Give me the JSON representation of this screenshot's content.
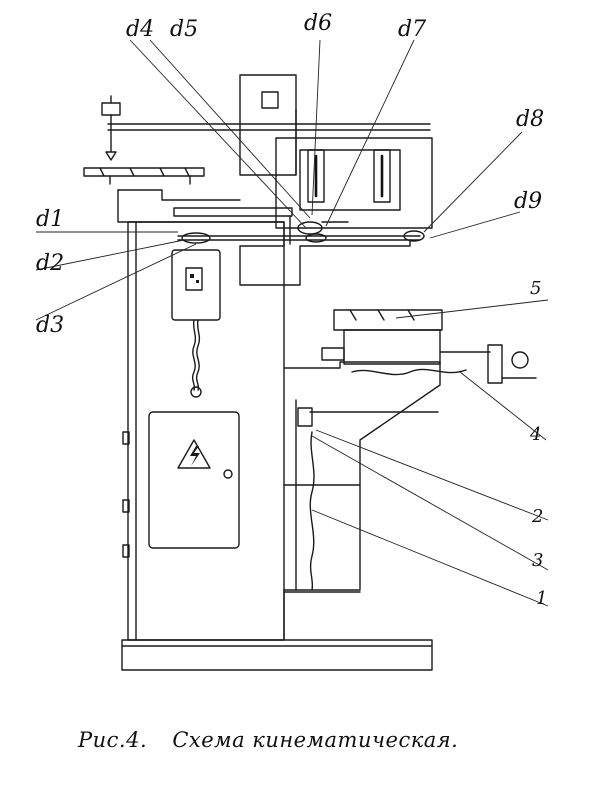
{
  "labels": {
    "d1": "d1",
    "d2": "d2",
    "d3": "d3",
    "d4": "d4",
    "d5": "d5",
    "d6": "d6",
    "d7": "d7",
    "d8": "d8",
    "d9": "d9",
    "n1": "1",
    "n2": "2",
    "n3": "3",
    "n4": "4",
    "n5": "5"
  },
  "caption": {
    "figure": "Рис.4.",
    "title": "Схема кинематическая."
  }
}
